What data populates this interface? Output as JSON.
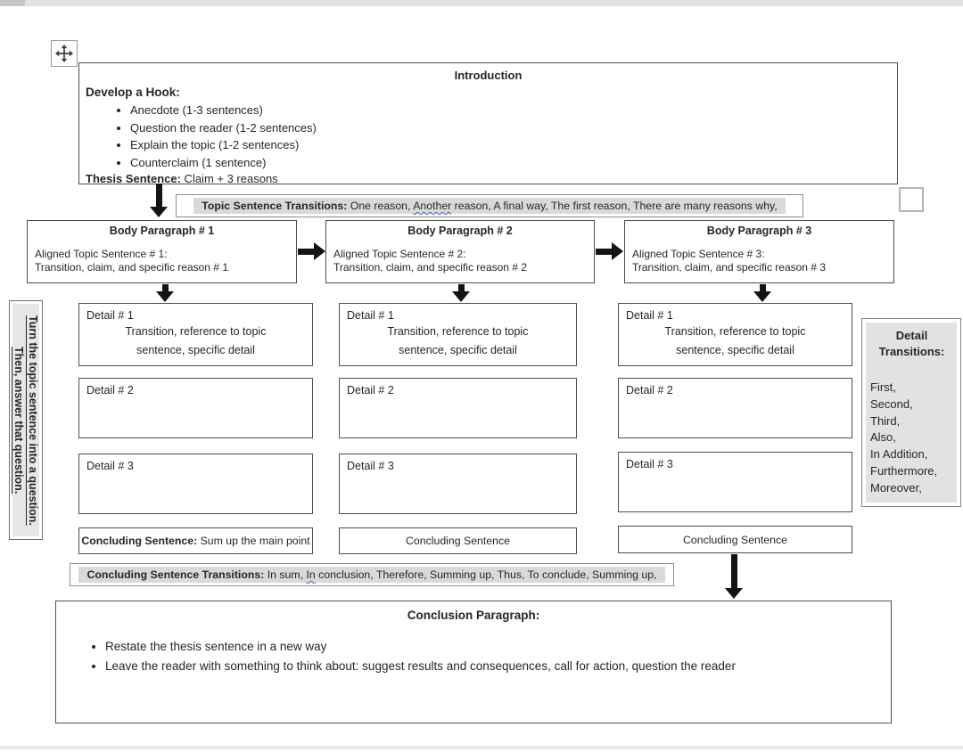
{
  "colors": {
    "transition_highlight": "#d9d9d9",
    "sidebar_fill": "#e7e7e7",
    "proofing_underline_blue": "#3a6bc4"
  },
  "icons": {
    "move_handle": "four-way-arrow-icon"
  },
  "intro": {
    "title": "Introduction",
    "hook_label": "Develop a Hook:",
    "bullets": [
      "Anecdote (1-3 sentences)",
      "Question the reader (1-2 sentences)",
      "Explain the topic (1-2 sentences)",
      "Counterclaim (1 sentence)"
    ],
    "thesis_label": "Thesis Sentence:",
    "thesis_text": " Claim + 3 reasons"
  },
  "topic_transitions": {
    "label": "Topic Sentence Transitions:",
    "pre": " One reason, ",
    "flagged_word": "Another",
    "post": " reason, A final way, The first reason, There are many reasons why,"
  },
  "body_paragraphs": [
    {
      "title": "Body Paragraph # 1",
      "line1": "Aligned Topic Sentence # 1:",
      "line2": "Transition, claim, and specific reason # 1"
    },
    {
      "title": "Body Paragraph # 2",
      "line1": "Aligned Topic Sentence # 2:",
      "line2": "Transition, claim, and specific reason # 2"
    },
    {
      "title": "Body Paragraph # 3",
      "line1": "Aligned Topic Sentence # 3:",
      "line2": "Transition, claim, and specific reason # 3"
    }
  ],
  "side_note": {
    "line1": "Turn the topic sentence into a question.",
    "line2": "Then, answer that question."
  },
  "columns": [
    {
      "detail1_label": "Detail # 1",
      "detail1_line1": "Transition, reference to topic",
      "detail1_line2": "sentence, specific detail",
      "detail2_label": "Detail # 2",
      "detail3_label": "Detail # 3",
      "concluding_label": "Concluding Sentence:",
      "concluding_text": " Sum up the main point"
    },
    {
      "detail1_label": "Detail # 1",
      "detail1_line1": "Transition, reference to topic",
      "detail1_line2": "sentence, specific detail",
      "detail2_label": "Detail # 2",
      "detail3_label": "Detail # 3",
      "concluding_text": "Concluding Sentence"
    },
    {
      "detail1_label": "Detail # 1",
      "detail1_line1": "Transition, reference to topic",
      "detail1_line2": "sentence, specific detail",
      "detail2_label": "Detail # 2",
      "detail3_label": "Detail # 3",
      "concluding_text": "Concluding Sentence"
    }
  ],
  "detail_transitions": {
    "title": "Detail Transitions:",
    "items": [
      "First,",
      "Second,",
      "Third,",
      "Also,",
      "In Addition,",
      "Furthermore,",
      "Moreover,"
    ]
  },
  "concluding_transitions": {
    "label": "Concluding Sentence Transitions:",
    "pre": " In sum, ",
    "flagged_word": "In",
    "post": " conclusion, Therefore, Summing up, Thus, To conclude, Summing up,"
  },
  "conclusion": {
    "title": "Conclusion Paragraph:",
    "bullets": [
      "Restate the thesis sentence in a new way",
      "Leave the reader with something to think about: suggest results and consequences, call for action, question the reader"
    ]
  }
}
